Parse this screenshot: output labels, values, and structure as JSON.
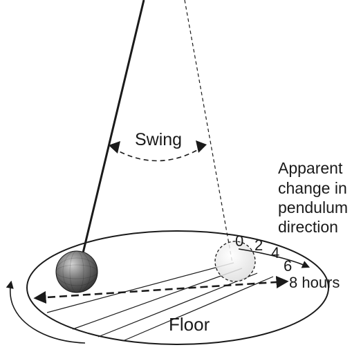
{
  "labels": {
    "swing": "Swing",
    "floor": "Floor",
    "apparent_line1": "Apparent",
    "apparent_line2": "change in",
    "apparent_line3": "pendulum",
    "apparent_line4": "direction",
    "hour_0": "0",
    "hour_2": "2",
    "hour_4": "4",
    "hour_6": "6",
    "hour_8": "8 hours"
  },
  "colors": {
    "ink": "#1a1a1a",
    "bob_dark": "#5e5e5e",
    "bob_ghost": "#e6e6e6"
  }
}
